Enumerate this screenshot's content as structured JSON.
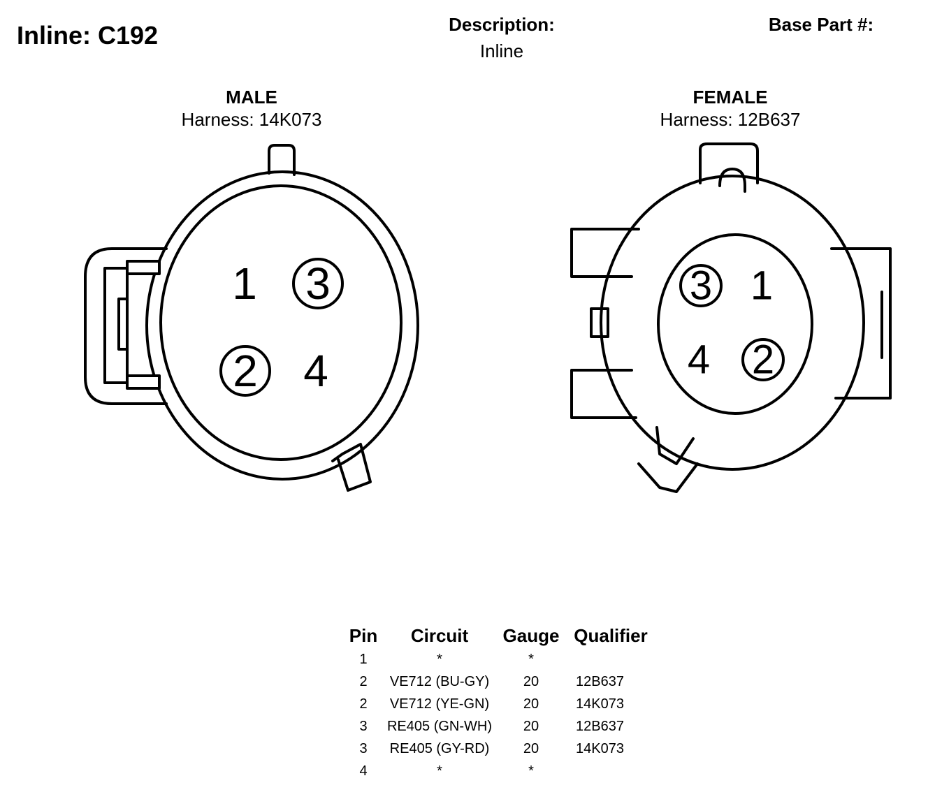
{
  "header": {
    "title": "Inline: C192",
    "description_label": "Description:",
    "description_value": "Inline",
    "base_part_label": "Base Part #:"
  },
  "connectors": {
    "male": {
      "label": "MALE",
      "harness": "Harness: 14K073",
      "pins": [
        "1",
        "3",
        "2",
        "4"
      ]
    },
    "female": {
      "label": "FEMALE",
      "harness": "Harness: 12B637",
      "pins": [
        "3",
        "1",
        "4",
        "2"
      ]
    }
  },
  "pin_table": {
    "headers": [
      "Pin",
      "Circuit",
      "Gauge",
      "Qualifier"
    ],
    "rows": [
      {
        "pin": "1",
        "circuit": "*",
        "gauge": "*",
        "qualifier": ""
      },
      {
        "pin": "2",
        "circuit": "VE712 (BU-GY)",
        "gauge": "20",
        "qualifier": "12B637"
      },
      {
        "pin": "2",
        "circuit": "VE712 (YE-GN)",
        "gauge": "20",
        "qualifier": "14K073"
      },
      {
        "pin": "3",
        "circuit": "RE405 (GN-WH)",
        "gauge": "20",
        "qualifier": "12B637"
      },
      {
        "pin": "3",
        "circuit": "RE405 (GY-RD)",
        "gauge": "20",
        "qualifier": "14K073"
      },
      {
        "pin": "4",
        "circuit": "*",
        "gauge": "*",
        "qualifier": ""
      }
    ]
  }
}
